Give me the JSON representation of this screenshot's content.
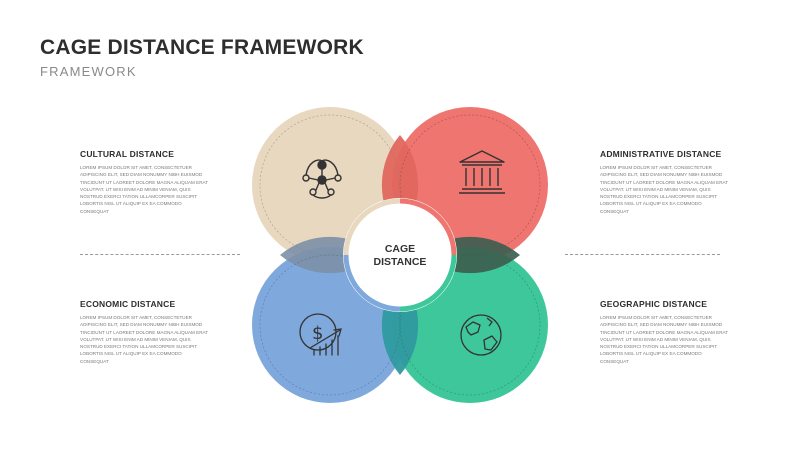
{
  "header": {
    "title": "CAGE DISTANCE FRAMEWORK",
    "subtitle": "FRAMEWORK"
  },
  "center": {
    "line1": "CAGE",
    "line2": "DISTANCE"
  },
  "blocks": [
    {
      "key": "cultural",
      "title": "CULTURAL DISTANCE",
      "text": "Lorem ipsum dolor sit amet, consectetuer adipiscing elit, sed diam nonummy nibh euismod tincidunt ut laoreet dolore magna aliquam erat volutpat. Ut wisi enim ad minim veniam, quis nostrud exerci tation ullamcorper suscipit lobortis nisl ut aliquip ex ea commodo consequat",
      "icon": "network-icon",
      "color": "#e7d8bf"
    },
    {
      "key": "administrative",
      "title": "ADMINISTRATIVE DISTANCE",
      "text": "Lorem ipsum dolor sit amet, consectetuer adipiscing elit, sed diam nonummy nibh euismod tincidunt ut laoreet dolore magna aliquam erat volutpat. Ut wisi enim ad minim veniam, quis nostrud exerci tation ullamcorper suscipit lobortis nisl ut aliquip ex ea commodo consequat",
      "icon": "government-building-icon",
      "color": "#ee7470"
    },
    {
      "key": "economic",
      "title": "ECONOMIC DISTANCE",
      "text": "Lorem ipsum dolor sit amet, consectetuer adipiscing elit, sed diam nonummy nibh euismod tincidunt ut laoreet dolore magna aliquam erat volutpat. Ut wisi enim ad minim veniam, quis nostrud exerci tation ullamcorper suscipit lobortis nisl ut aliquip ex ea commodo consequat",
      "icon": "dollar-growth-icon",
      "color": "#7fa8dc"
    },
    {
      "key": "geographic",
      "title": "GEOGRAPHIC DISTANCE",
      "text": "Lorem ipsum dolor sit amet, consectetuer adipiscing elit, sed diam nonummy nibh euismod tincidunt ut laoreet dolore magna aliquam erat volutpat. Ut wisi enim ad minim veniam, quis nostrud exerci tation ullamcorper suscipit lobortis nisl ut aliquip ex ea commodo consequat",
      "icon": "globe-icon",
      "color": "#3ec79a"
    }
  ]
}
